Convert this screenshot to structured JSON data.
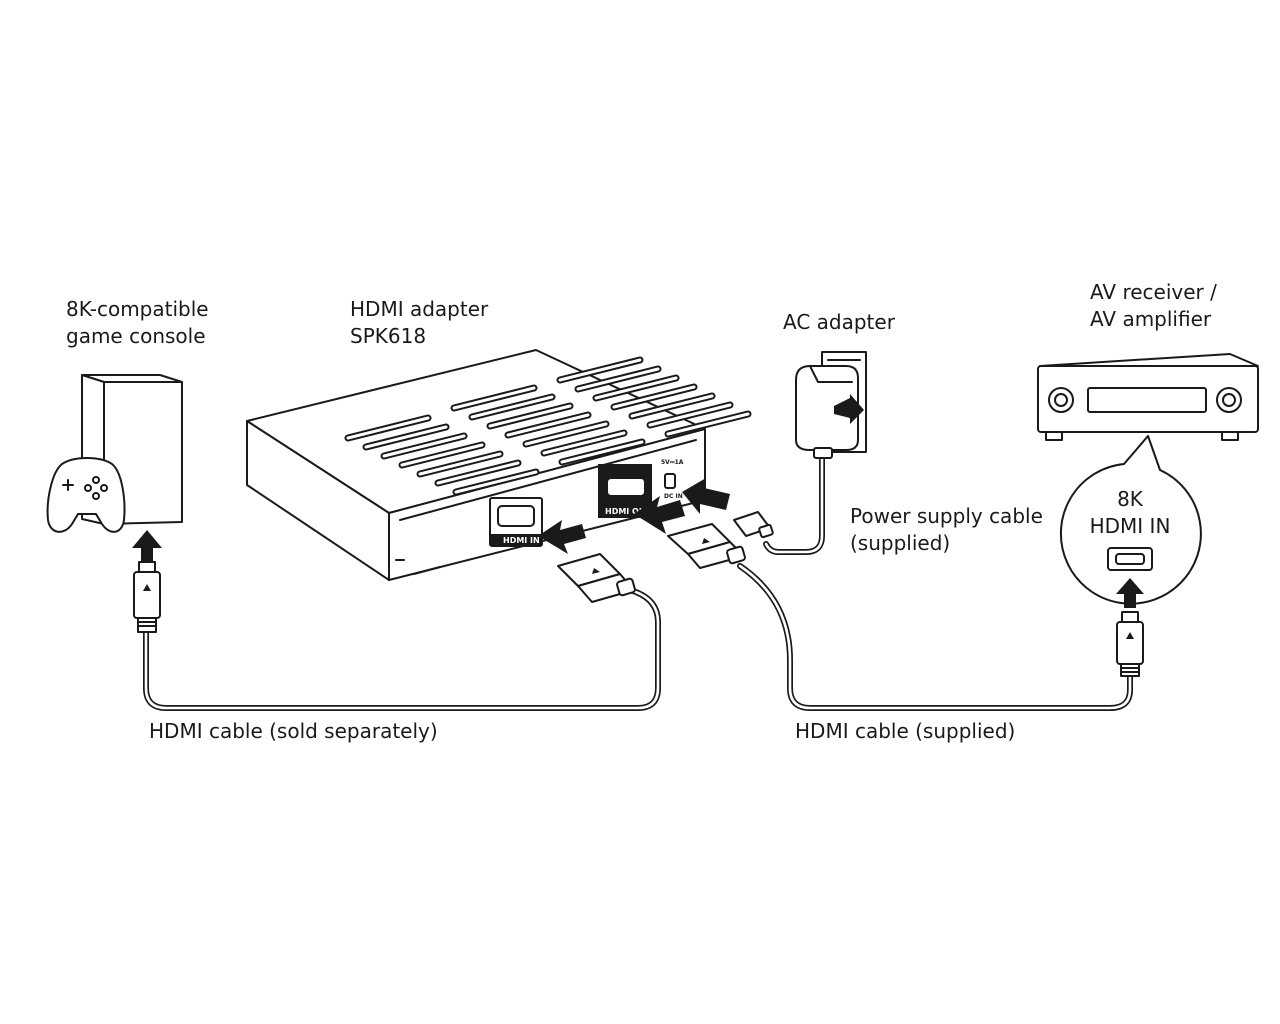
{
  "labels": {
    "console_line1": "8K-compatible",
    "console_line2": "game console",
    "adapter_line1": "HDMI adapter",
    "adapter_line2": "SPK618",
    "ac_adapter": "AC adapter",
    "receiver_line1": "AV receiver /",
    "receiver_line2": "AV amplifier",
    "power_cable_line1": "Power supply cable",
    "power_cable_line2": "(supplied)",
    "bubble_line1": "8K",
    "bubble_line2": "HDMI IN",
    "hdmi_cable_left": "HDMI cable (sold separately)",
    "hdmi_cable_right": "HDMI cable (supplied)"
  },
  "ports": {
    "hdmi_in": "HDMI IN",
    "hdmi_out": "HDMI OUT",
    "power_rating": "5V⎓1A",
    "dc_in": "DC IN"
  },
  "colors": {
    "ink": "#1a1a1a",
    "background": "#ffffff"
  }
}
